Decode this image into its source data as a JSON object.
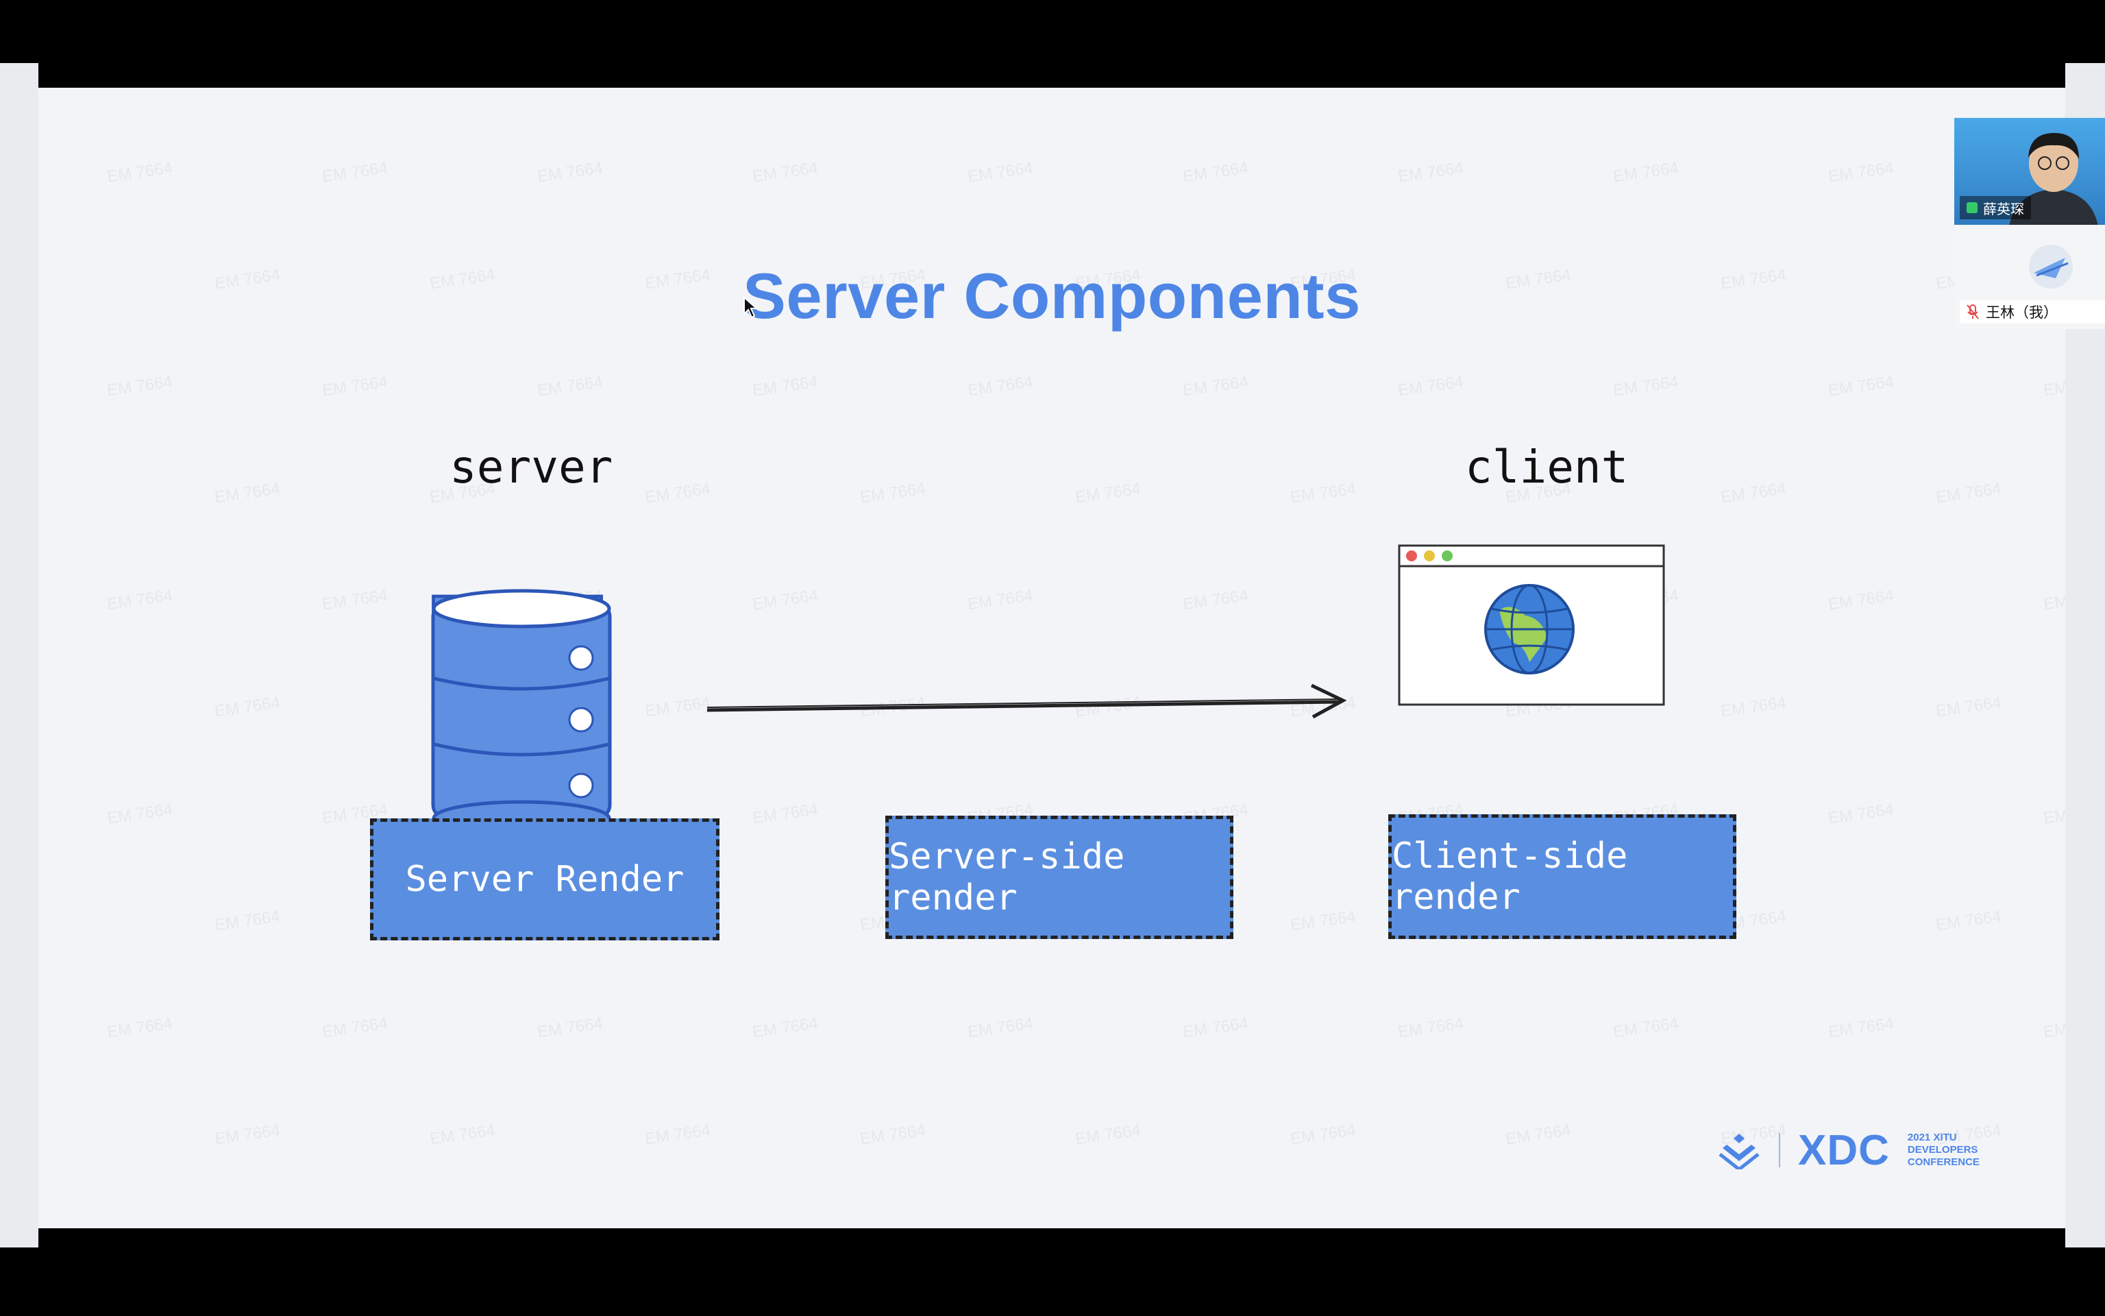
{
  "slide": {
    "title": "Server Components",
    "server_label": "server",
    "client_label": "client",
    "boxes": [
      "Server Render",
      "Server-side render",
      "Client-side render"
    ],
    "watermark": "EM 7664"
  },
  "participants": {
    "presenter_name": "薛英琛",
    "self_name": "王林（我）"
  },
  "brand": {
    "name": "XDC",
    "line1": "2021 XITU",
    "line2": "DEVELOPERS",
    "line3": "CONFERENCE"
  },
  "colors": {
    "accent": "#4e86e6",
    "box_fill": "#5a8ee0",
    "slide_bg": "#f2f4f8"
  }
}
